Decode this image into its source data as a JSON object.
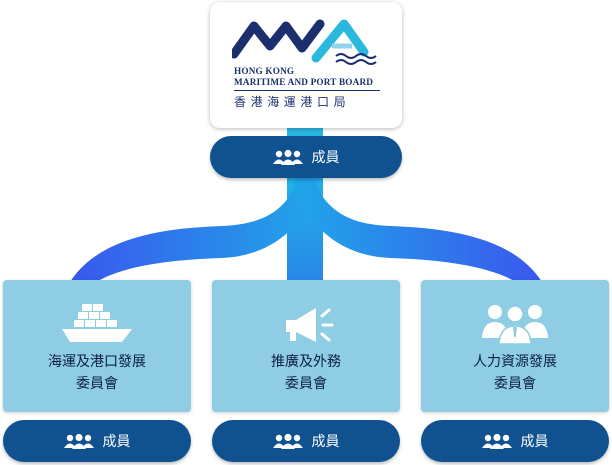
{
  "organization": {
    "logo_text_en_line1": "HONG KONG",
    "logo_text_en_line2": "MARITIME AND PORT BOARD",
    "logo_text_zh": "香港海運港口局",
    "members_label": "成員"
  },
  "committees": [
    {
      "name_line1": "海運及港口發展",
      "name_line2": "委員會",
      "icon": "ship-icon",
      "members_label": "成員"
    },
    {
      "name_line1": "推廣及外務",
      "name_line2": "委員會",
      "icon": "megaphone-icon",
      "members_label": "成員"
    },
    {
      "name_line1": "人力資源發展",
      "name_line2": "委員會",
      "icon": "people-group-icon",
      "members_label": "成員"
    }
  ],
  "colors": {
    "pill": "#10528f",
    "card": "#8ecde4",
    "connector_light": "#1eaee6",
    "connector_dark": "#3c5cf0",
    "logo_navy": "#1b2f6e",
    "logo_cyan": "#2bb8de"
  }
}
